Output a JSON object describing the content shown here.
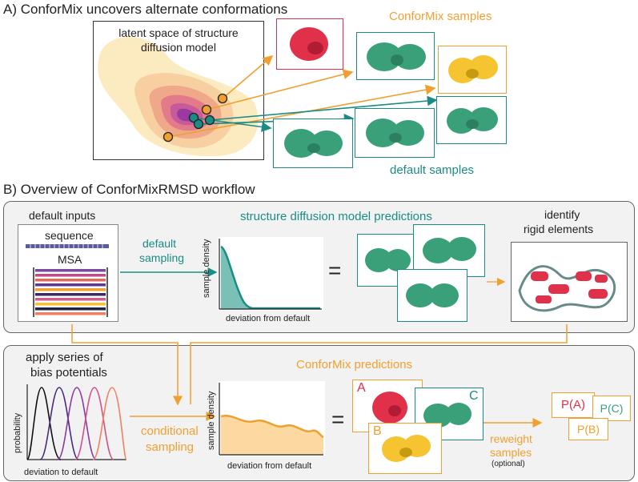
{
  "section_a": {
    "title": "A) ConforMix uncovers alternate conformations",
    "latent_label_1": "latent space of structure",
    "latent_label_2": "diffusion model",
    "conformix_samples": "ConforMix samples",
    "default_samples": "default samples"
  },
  "section_b": {
    "title": "B) Overview of ConforMixRMSD workflow",
    "default_inputs": "default inputs",
    "sequence": "sequence",
    "msa": "MSA",
    "default_sampling_1": "default",
    "default_sampling_2": "sampling",
    "sdm_predictions": "structure diffusion model predictions",
    "ylabel": "sample density",
    "xlabel": "deviation from default",
    "equals": "=",
    "identify_1": "identify",
    "identify_2": "rigid elements",
    "apply_1": "apply series of",
    "apply_2": "bias potentials",
    "probability": "probability",
    "deviation_to_default": "deviation to default",
    "conditional_1": "conditional",
    "conditional_2": "sampling",
    "conformix_predictions": "ConforMix predictions",
    "cap_a": "A",
    "cap_b": "B",
    "cap_c": "C",
    "reweight_1": "reweight",
    "reweight_2": "samples",
    "optional": "(optional)",
    "pa": "P(A)",
    "pb": "P(B)",
    "pc": "P(C)"
  },
  "colors": {
    "teal": "#1a8c86",
    "orange": "#f0a030",
    "red": "#e0304a",
    "yellow": "#f5c430",
    "protein_green": "#3aa07a"
  },
  "icons": [
    "protein-structure-icon",
    "kde-density-plot",
    "msa-alignment-icon",
    "gaussian-bias-curves",
    "ribbon-structure-icon"
  ]
}
